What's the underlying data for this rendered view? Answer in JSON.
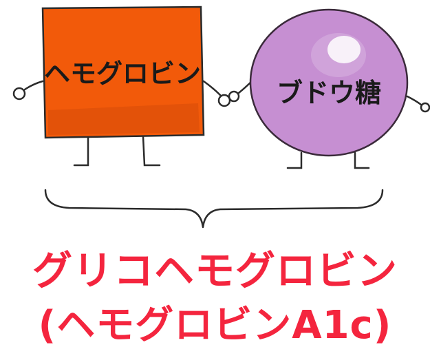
{
  "shapes": {
    "square": {
      "label": "ヘモグロビン",
      "color": "#f25a0a",
      "shade_color": "#c9440a"
    },
    "circle": {
      "label": "ブドウ糖",
      "color": "#c68fd2",
      "outline_color": "#3a2a3a"
    }
  },
  "caption": {
    "main": "グリコヘモグロビン",
    "sub": "(ヘモグロビンA1c)",
    "color": "#f4253e"
  },
  "line_color": "#2b2b2b"
}
